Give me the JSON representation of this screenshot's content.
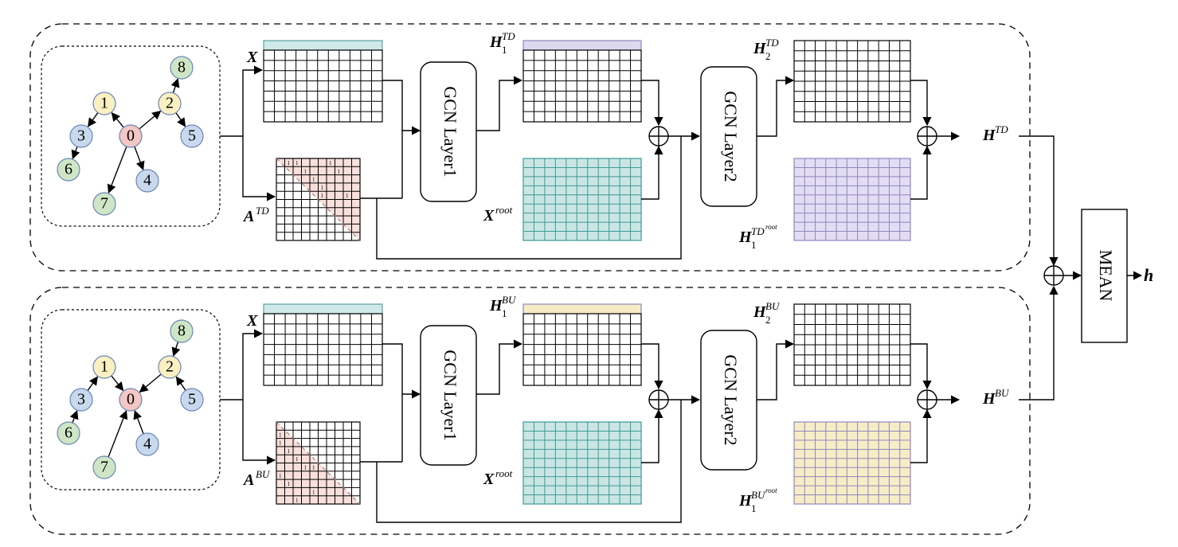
{
  "branches": [
    {
      "key": "td",
      "input_label": "X",
      "adj_base": "A",
      "adj_sup": "TD",
      "gcn1_label": "GCN Layer1",
      "gcn2_label": "GCN Layer2",
      "h1_base": "H",
      "h1_sub": "1",
      "h1_sup": "TD",
      "xroot_base": "X",
      "xroot_sup": "root",
      "h2_base": "H",
      "h2_sub": "2",
      "h2_sup": "TD",
      "h1root_base": "H",
      "h1root_sub": "1",
      "h1root_sup": "TD",
      "h1root_supsup": "root",
      "out_base": "H",
      "out_sup": "TD",
      "adj_ones": "1",
      "colors": {
        "feature_header": "#cfe8e8",
        "adj_fill": "#f9e0dc",
        "h1_header": "#ddd8ee",
        "root_fill": "#c9e6e4",
        "h1root_fill": "#e2ddf2"
      },
      "tree": {
        "nodes": [
          "0",
          "1",
          "2",
          "3",
          "4",
          "5",
          "6",
          "7",
          "8"
        ],
        "edges": [
          [
            "0",
            "1"
          ],
          [
            "0",
            "2"
          ],
          [
            "1",
            "3"
          ],
          [
            "3",
            "6"
          ],
          [
            "0",
            "7"
          ],
          [
            "0",
            "4"
          ],
          [
            "2",
            "5"
          ],
          [
            "2",
            "8"
          ]
        ],
        "direction": "top-down"
      }
    },
    {
      "key": "bu",
      "input_label": "X",
      "adj_base": "A",
      "adj_sup": "BU",
      "gcn1_label": "GCN Layer1",
      "gcn2_label": "GCN Layer2",
      "h1_base": "H",
      "h1_sub": "1",
      "h1_sup": "BU",
      "xroot_base": "X",
      "xroot_sup": "root",
      "h2_base": "H",
      "h2_sub": "2",
      "h2_sup": "BU",
      "h1root_base": "H",
      "h1root_sub": "1",
      "h1root_sup": "BU",
      "h1root_supsup": "root",
      "out_base": "H",
      "out_sup": "BU",
      "adj_ones": "1",
      "colors": {
        "feature_header": "#cfe8e8",
        "adj_fill": "#f9e0dc",
        "h1_header": "#f5ecc5",
        "root_fill": "#c9e6e4",
        "h1root_fill": "#f6edc6"
      },
      "tree": {
        "nodes": [
          "0",
          "1",
          "2",
          "3",
          "4",
          "5",
          "6",
          "7",
          "8"
        ],
        "edges": [
          [
            "1",
            "0"
          ],
          [
            "2",
            "0"
          ],
          [
            "3",
            "1"
          ],
          [
            "6",
            "3"
          ],
          [
            "7",
            "0"
          ],
          [
            "4",
            "0"
          ],
          [
            "5",
            "2"
          ],
          [
            "8",
            "2"
          ]
        ],
        "direction": "bottom-up"
      }
    }
  ],
  "mean_label": "MEAN",
  "output_label": "h",
  "node_colors": {
    "root": "#f4c6c4",
    "level1": "#fbf0c2",
    "level2": "#c8d9ee",
    "level3": "#cfe6c6"
  }
}
